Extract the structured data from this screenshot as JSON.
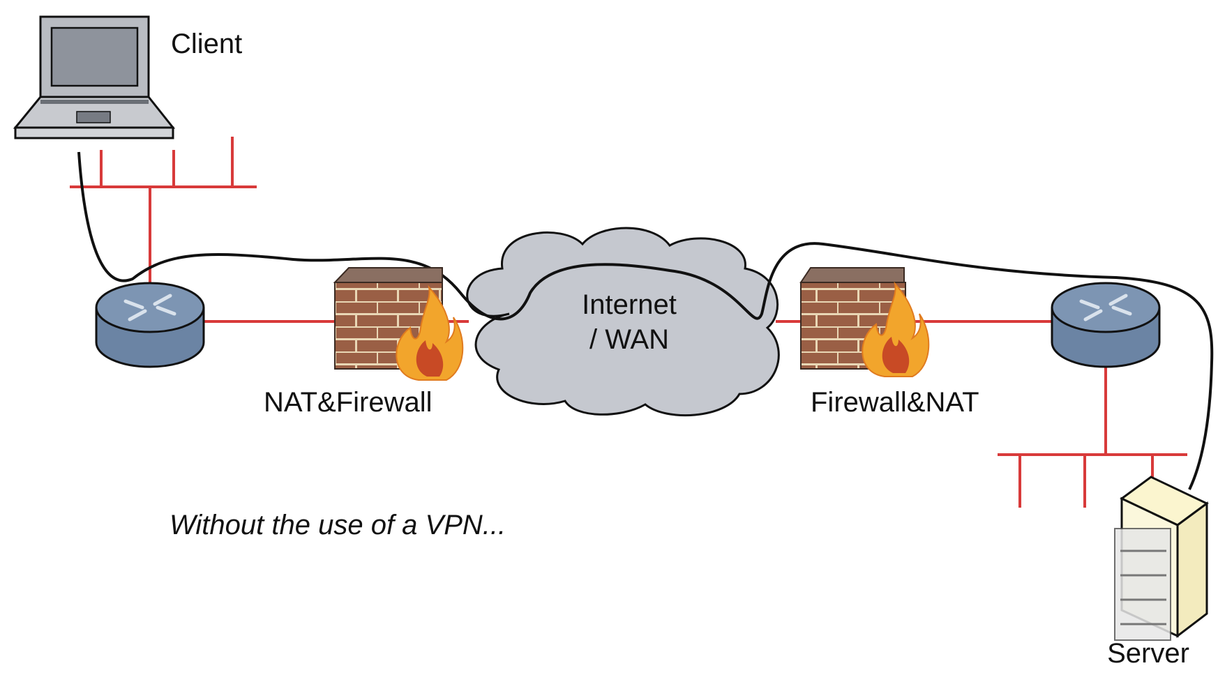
{
  "labels": {
    "client": "Client",
    "nat_firewall": "NAT&Firewall",
    "internet_line1": "Internet",
    "internet_line2": "/ WAN",
    "firewall_nat": "Firewall&NAT",
    "server": "Server",
    "caption": "Without the use of a VPN..."
  },
  "colors": {
    "network_line": "#d83a3a",
    "path_line": "#111111",
    "cloud_fill": "#c5c8cf",
    "router_fill": "#6b84a4",
    "brick_fill": "#9a5f45",
    "flame_outer": "#f2a52c",
    "flame_inner": "#c84a25"
  },
  "icons": [
    "laptop-icon",
    "router-icon",
    "firewall-icon",
    "cloud-icon",
    "server-icon"
  ]
}
